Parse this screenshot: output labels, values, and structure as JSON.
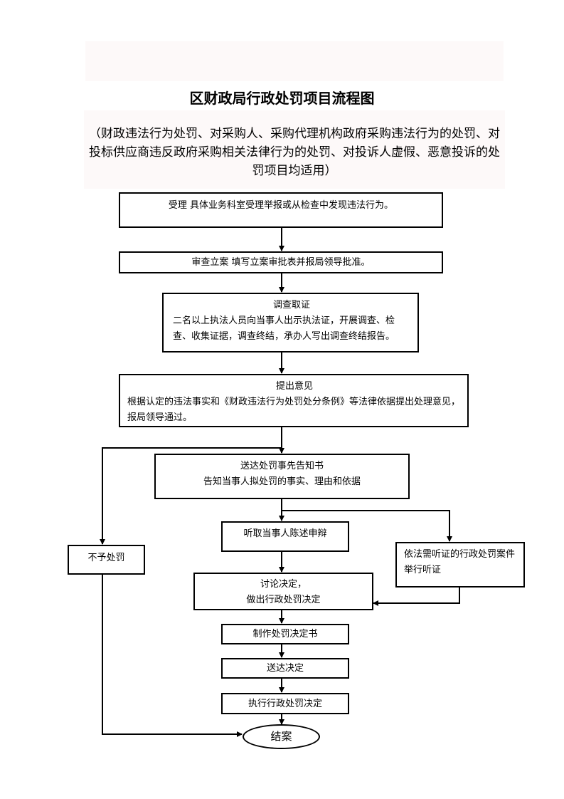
{
  "document": {
    "title": "区财政局行政处罚项目流程图",
    "subtitle": "（财政违法行为处罚、对采购人、采购代理机构政府采购违法行为的处罚、对投标供应商违反政府采购相关法律行为的处罚、对投诉人虚假、恶意投诉的处罚项目均适用）"
  },
  "flow": {
    "accept": "受理  具体业务科室受理举报或从检查中发现违法行为。",
    "register": "审查立案  填写立案审批表并报局领导批准。",
    "investigate_title": "调查取证",
    "investigate_body": "二名以上执法人员向当事人出示执法证，开展调查、检查、收集证据，调查终结，承办人写出调查终结报告。",
    "opinion_title": "提出意见",
    "opinion_body": "根据认定的违法事实和《财政违法行为处罚处分条例》等法律依据提出处理意见，报局领导通过。",
    "notice_title": "送达处罚事先告知书",
    "notice_body": "告知当事人拟处罚的事实、理由和依据",
    "no_penalty": "不予处罚",
    "hear_statement": "听取当事人陈述申辩",
    "hearing": "依法需听证的行政处罚案件举行听证",
    "decide_line1": "讨论决定，",
    "decide_line2": "做出行政处罚决定",
    "make_decision": "制作处罚决定书",
    "deliver": "送达决定",
    "execute": "执行行政处罚决定",
    "close": "结案"
  }
}
